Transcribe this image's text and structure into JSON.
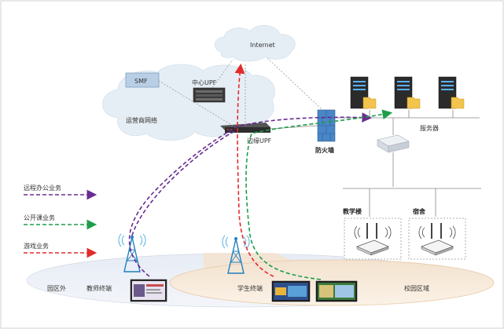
{
  "labels": {
    "internet": "Internet",
    "smf": "SMF",
    "central_upf": "中心UPF",
    "operator_network": "运营商网络",
    "edge_upf": "边缘UPF",
    "firewall": "防火墙",
    "servers": "服务器",
    "teaching_building": "教学楼",
    "dormitory": "宿舍",
    "outside_campus": "园区外",
    "teacher_terminal": "教师终端",
    "student_terminal": "学生终端",
    "campus_area": "校园区域"
  },
  "legend": [
    {
      "label": "远程办公业务",
      "color": "#6a2c91"
    },
    {
      "label": "公开课业务",
      "color": "#1e9e4a"
    },
    {
      "label": "游戏业务",
      "color": "#e32b2b"
    }
  ],
  "colors": {
    "remote_office": "#6a2c91",
    "open_class": "#1e9e4a",
    "game": "#e32b2b",
    "cloud": "#e6eef5",
    "campus": "#f8e9d6"
  }
}
